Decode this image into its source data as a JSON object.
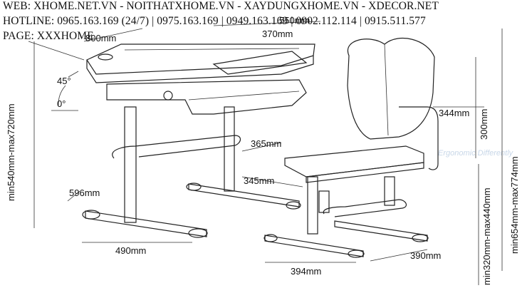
{
  "header": {
    "web": "WEB: XHOME.NET.VN - NOITHATXHOME.VN - XAYDUNGXHOME.VN - XDECOR.NET",
    "hotline": "HOTLINE: 0965.163.169 (24/7) | 0975.163.169 | 0949.163.169 | 0902.112.114 | 0915.511.577",
    "page": "PAGE: XXXHOME"
  },
  "dimensions": {
    "desk_width": "800mm",
    "desk_depth": "550mm",
    "desk_top_inner": "370mm",
    "tilt_max": "45°",
    "tilt_min": "0°",
    "desk_height": "min540mm-max720mm",
    "desk_leg_span": "596mm",
    "desk_base_length": "490mm",
    "seat_depth": "365mm",
    "backrest_width": "344mm",
    "backrest_height": "300mm",
    "seat_width": "345mm",
    "chair_height": "min654mm-max774mm",
    "seat_height": "min320mm-max440mm",
    "chair_base_depth": "390mm",
    "chair_base_width": "394mm"
  },
  "watermark": "Ergonomic Differently"
}
